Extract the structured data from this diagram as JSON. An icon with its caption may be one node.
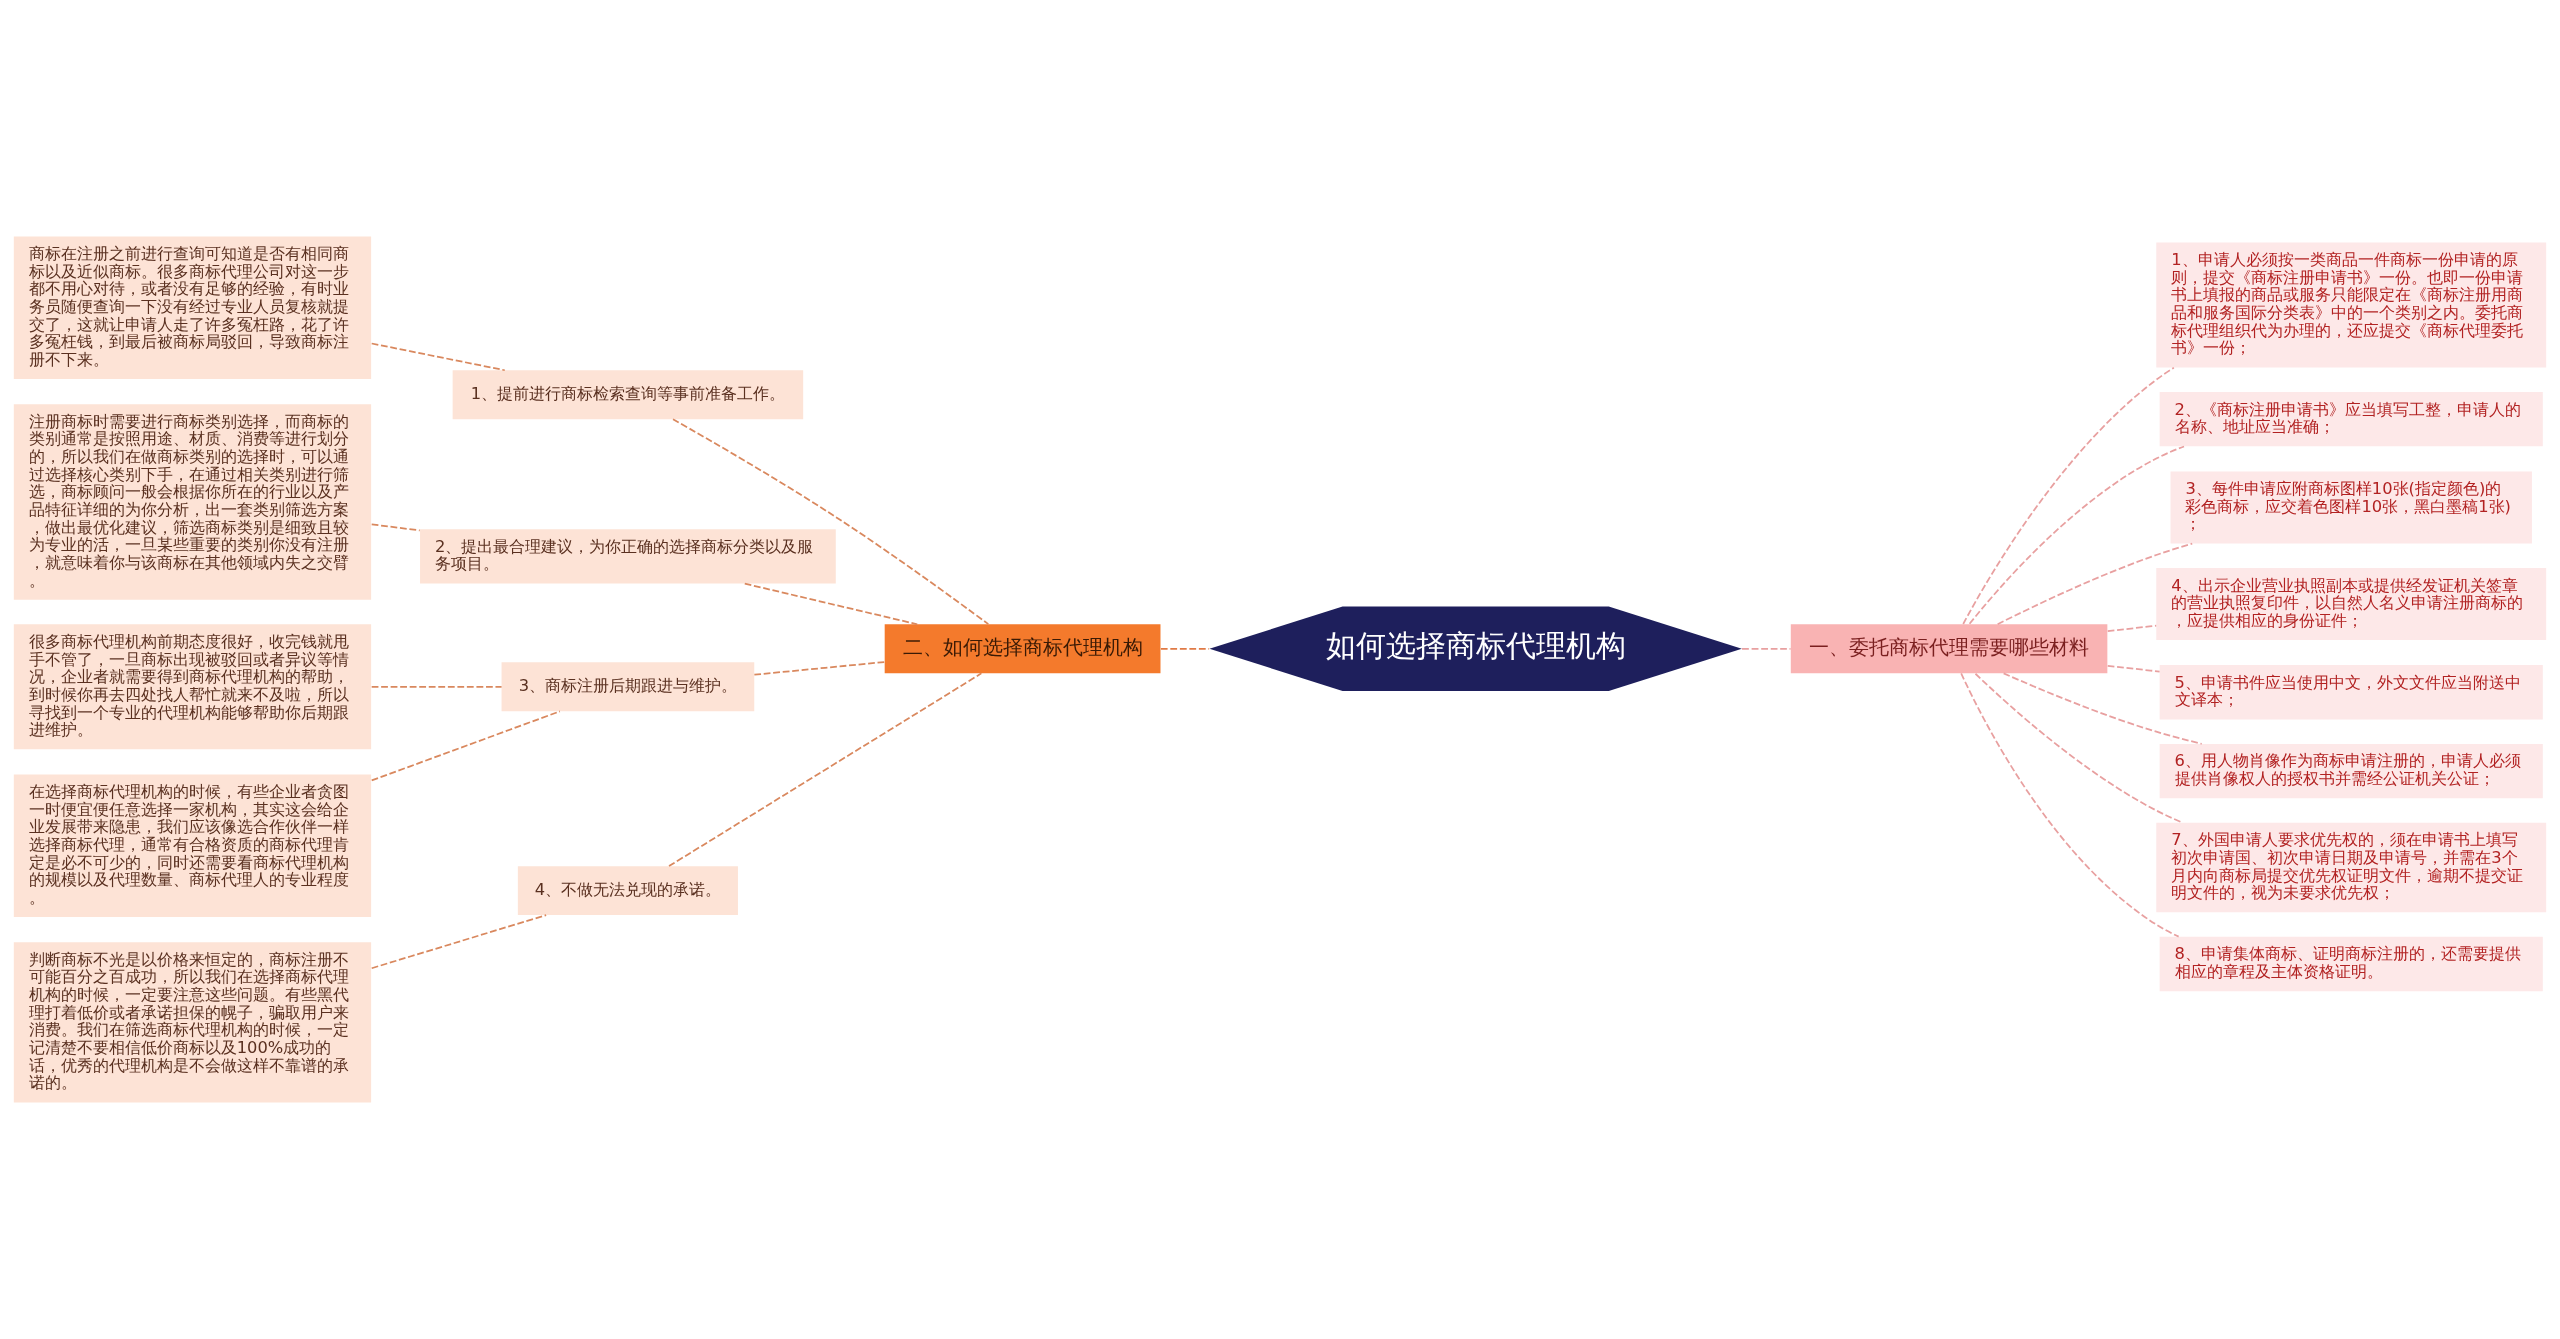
{
  "diagram": {
    "nodes": [
      {
        "text": [
          "如何选择商标代理机构"
        ]
      },
      {
        "text": [
          "一、委托商标代理需要哪些材料"
        ]
      },
      {
        "text": [
          "1、申请人必须按一类商品一件商标一份申请的原则，提交《商标注册申请书》一份。也即一份申请书上填报的商品或服务只能限定在《商标注册用商品和服务国际分类表》中的一个类别之内。委托商标代理组织代为办理的，还应提交《商标代理委托书》一份；"
        ]
      },
      {
        "text": [
          "2、《商标注册申请书》应当填写工整，申请人的名称、地址应当准确；"
        ]
      },
      {
        "text": [
          "3、每件申请应附商标图样10张(指定颜色)的彩色商标，应交着色图样10张，黑白墨稿1张)；"
        ]
      },
      {
        "text": [
          "4、出示企业营业执照副本或提供经发证机关签章的营业执照复印件，以自然人名义申请注册商标的，应提供相应的身份证件；"
        ]
      },
      {
        "text": [
          "5、申请书件应当使用中文，外文文件应当附送中文译本；"
        ]
      },
      {
        "text": [
          "6、用人物肖像作为商标申请注册的，申请人必须提供肖像权人的授权书并需经公证机关公证；"
        ]
      },
      {
        "text": [
          "7、外国申请人要求优先权的，须在申请书上填写初次申请国、初次申请日期及申请号，并需在3个月内向商标局提交优先权证明文件，逾期不提交证明文件的，视为未要求优先权；"
        ]
      },
      {
        "text": [
          "8、申请集体商标、证明商标注册的，还需要提供相应的章程及主体资格证明。"
        ]
      },
      {
        "text": [
          "二、如何选择商标代理机构"
        ]
      },
      {
        "text": [
          "1、提前进行商标检索查询等事前准备工作。"
        ]
      },
      {
        "text": [
          "商标在注册之前进行查询可知道是否有相同商标以及近似商标。很多商标代理公司对这一步都不用心对待，或者没有足够的经验，有时业务员随便查询一下没有经过专业人员复核就提交了，这就让申请人走了许多冤枉路，花了许多冤枉钱，到最后被商标局驳回，导致商标注册不下来。"
        ]
      },
      {
        "text": [
          "2、提出最合理建议，为你正确的选择商标分类以及服务项目。"
        ]
      },
      {
        "text": [
          "注册商标时需要进行商标类别选择，而商标的类别通常是按照用途、材质、消费等进行划分的，所以我们在做商标类别的选择时，可以通过选择核心类别下手，在通过相关类别进行筛选，商标顾问一般会根据你所在的行业以及产品特征详细的为你分析，出一套类别筛选方案，做出最优化建议，筛选商标类别是细致且较为专业的活，一旦某些重要的类别你没有注册，就意味着你与该商标在其他领域内失之交臂。"
        ]
      },
      {
        "text": [
          "3、商标注册后期跟进与维护。"
        ]
      },
      {
        "text": [
          "很多商标代理机构前期态度很好，收完钱就甩手不管了，一旦商标出现被驳回或者异议等情况，企业者就需要得到商标代理机构的帮助，到时候你再去四处找人帮忙就来不及啦，所以寻找到一个专业的代理机构能够帮助你后期跟进维护。"
        ]
      },
      {
        "text": [
          "在选择商标代理机构的时候，有些企业者贪图一时便宜便任意选择一家机构，其实这会给企业发展带来隐患，我们应该像选合作伙伴一样选择商标代理，通常有合格资质的商标代理肯定是必不可少的，同时还需要看商标代理机构的规模以及代理数量、商标代理人的专业程度。"
        ]
      },
      {
        "text": [
          "4、不做无法兑现的承诺。"
        ]
      },
      {
        "text": [
          "判断商标不光是以价格来恒定的，商标注册不可能百分之百成功，所以我们在选择商标代理机构的时候，一定要注意这些问题。有些黑代理打着低价或者承诺担保的幌子，骗取用户来消费。我们在筛选商标代理机构的时候，一定记清楚不要相信低价商标以及100%成功的话，优秀的代理机构是不会做这样不靠谱的承诺的。"
        ]
      }
    ],
    "edges": [
      {
        "from": 0,
        "to": 1,
        "arrow": "none",
        "style": "dashed",
        "color": "#e8a0a0"
      },
      {
        "from": 1,
        "to": 2,
        "arrow": "none",
        "style": "dashed",
        "color": "#e8a0a0"
      },
      {
        "from": 1,
        "to": 3,
        "arrow": "none",
        "style": "dashed",
        "color": "#e8a0a0"
      },
      {
        "from": 1,
        "to": 4,
        "arrow": "none",
        "style": "dashed",
        "color": "#e8a0a0"
      },
      {
        "from": 1,
        "to": 5,
        "arrow": "none",
        "style": "dashed",
        "color": "#e8a0a0"
      },
      {
        "from": 1,
        "to": 6,
        "arrow": "none",
        "style": "dashed",
        "color": "#e8a0a0"
      },
      {
        "from": 1,
        "to": 7,
        "arrow": "none",
        "style": "dashed",
        "color": "#e8a0a0"
      },
      {
        "from": 1,
        "to": 8,
        "arrow": "none",
        "style": "dashed",
        "color": "#e8a0a0"
      },
      {
        "from": 1,
        "to": 9,
        "arrow": "none",
        "style": "dashed",
        "color": "#e8a0a0"
      },
      {
        "from": 0,
        "to": 10,
        "arrow": "none",
        "style": "dashed",
        "color": "#e07a45"
      },
      {
        "from": 10,
        "to": 11,
        "arrow": "none",
        "style": "dashed",
        "color": "#d9885e"
      },
      {
        "from": 11,
        "to": 12,
        "arrow": "none",
        "style": "dashed",
        "color": "#d9885e"
      },
      {
        "from": 10,
        "to": 13,
        "arrow": "none",
        "style": "dashed",
        "color": "#d9885e"
      },
      {
        "from": 13,
        "to": 14,
        "arrow": "none",
        "style": "dashed",
        "color": "#d9885e"
      },
      {
        "from": 10,
        "to": 15,
        "arrow": "none",
        "style": "dashed",
        "color": "#d9885e"
      },
      {
        "from": 15,
        "to": 16,
        "arrow": "none",
        "style": "dashed",
        "color": "#d9885e"
      },
      {
        "from": 15,
        "to": 17,
        "arrow": "none",
        "style": "dashed",
        "color": "#d9885e"
      },
      {
        "from": 10,
        "to": 18,
        "arrow": "none",
        "style": "dashed",
        "color": "#d9885e"
      },
      {
        "from": 18,
        "to": 19,
        "arrow": "none",
        "style": "dashed",
        "color": "#d9885e"
      }
    ]
  }
}
